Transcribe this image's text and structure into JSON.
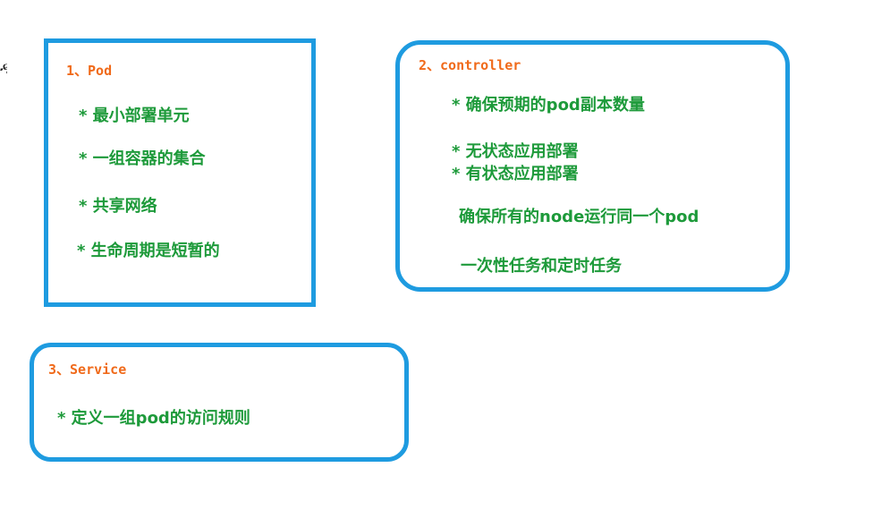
{
  "edge_glyph": "ዱ",
  "pod": {
    "title": "1、Pod",
    "items": [
      "* 最小部署单元",
      "* 一组容器的集合",
      "* 共享网络",
      "* 生命周期是短暂的"
    ]
  },
  "controller": {
    "title": "2、controller",
    "items": [
      "* 确保预期的pod副本数量",
      "* 无状态应用部署",
      "* 有状态应用部署",
      "确保所有的node运行同一个pod",
      "一次性任务和定时任务"
    ]
  },
  "service": {
    "title": "3、Service",
    "items": [
      "* 定义一组pod的访问规则"
    ]
  },
  "colors": {
    "border": "#1e9be0",
    "heading": "#f06a1a",
    "item": "#1d9a3a"
  }
}
